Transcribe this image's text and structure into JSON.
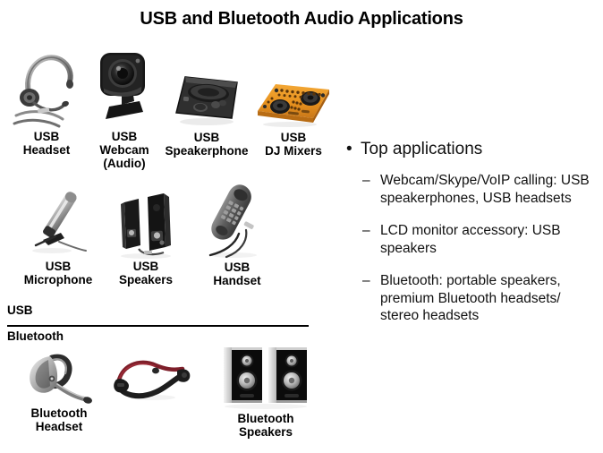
{
  "slide": {
    "title": "USB and Bluetooth Audio Applications",
    "background_color": "#FFFFFF",
    "text_color": "#000000"
  },
  "sections": [
    {
      "id": "usb",
      "label": "USB"
    },
    {
      "id": "bluetooth",
      "label": "Bluetooth"
    }
  ],
  "products": {
    "usb_row1": [
      {
        "id": "usb-headset",
        "caption": "USB\nHeadset",
        "icon": "headset-icon",
        "colors": [
          "#9a9a9a",
          "#4a4a4a",
          "#1c1c1c"
        ]
      },
      {
        "id": "usb-webcam",
        "caption": "USB\nWebcam\n(Audio)",
        "icon": "webcam-icon",
        "colors": [
          "#141414",
          "#2e2e2e",
          "#6b6b6b"
        ]
      },
      {
        "id": "usb-speakerphone",
        "caption": "USB\nSpeakerphone",
        "icon": "speakerphone-icon",
        "colors": [
          "#2a2a2a",
          "#474747",
          "#111111"
        ]
      },
      {
        "id": "usb-dj-mixers",
        "caption": "USB\nDJ Mixers",
        "icon": "dj-mixer-icon",
        "colors": [
          "#E8921E",
          "#F4B council",
          "#1a1a1a"
        ]
      }
    ],
    "usb_row2": [
      {
        "id": "usb-microphone",
        "caption": "USB\nMicrophone",
        "icon": "microphone-icon",
        "colors": [
          "#b8b8b8",
          "#6e6e6e",
          "#222222"
        ]
      },
      {
        "id": "usb-speakers",
        "caption": "USB\nSpeakers",
        "icon": "speakers-icon",
        "colors": [
          "#1b1b1b",
          "#3a3a3a",
          "#8a8a8a"
        ]
      },
      {
        "id": "usb-handset",
        "caption": "USB\nHandset",
        "icon": "handset-icon",
        "colors": [
          "#555555",
          "#7d7d7d",
          "#2b2b2b"
        ]
      }
    ],
    "bluetooth_row": [
      {
        "id": "bluetooth-headset",
        "caption": "Bluetooth\nHeadset",
        "icon": "bluetooth-earpiece-icon",
        "colors": [
          "#d8d8d8",
          "#3c3c3c",
          "#9b9b9b"
        ]
      },
      {
        "id": "bluetooth-stereo",
        "caption": "",
        "icon": "neckband-stereo-headset-icon",
        "colors": [
          "#7a1f2b",
          "#1a1a1a",
          "#4a4a4a"
        ]
      },
      {
        "id": "bluetooth-speakers",
        "caption": "Bluetooth\nSpeakers",
        "icon": "bookshelf-speakers-icon",
        "colors": [
          "#0d0d0d",
          "#cfcfcf",
          "#8f8f8f"
        ]
      }
    ]
  },
  "bullets": {
    "heading": "Top applications",
    "items": [
      "Webcam/Skype/VoIP calling: USB speakerphones, USB headsets",
      "LCD monitor accessory:  USB speakers",
      "Bluetooth: portable speakers, premium Bluetooth headsets/ stereo headsets"
    ]
  }
}
